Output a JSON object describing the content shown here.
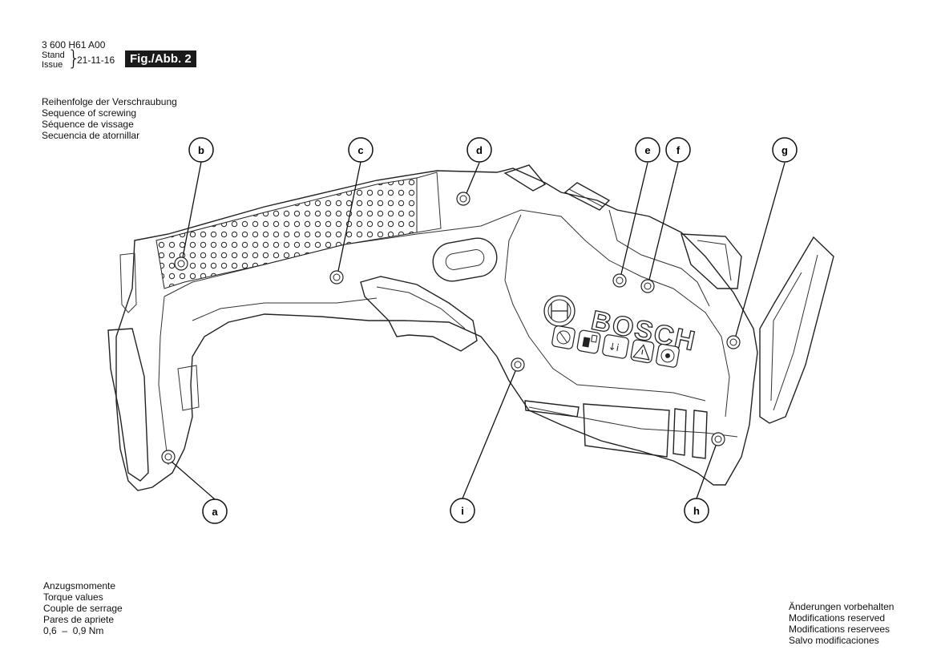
{
  "header": {
    "part_number": "3 600 H61 A00",
    "stand_label": "Stand",
    "issue_label": "Issue",
    "date": "21-11-16",
    "figure_label": "Fig./Abb. 2"
  },
  "screwing_sequence": {
    "lines": [
      "Reihenfolge der Verschraubung",
      "Sequence of screwing",
      "Séquence de vissage",
      "Secuencia de atornillar"
    ]
  },
  "torque": {
    "lines": [
      "Anzugsmomente",
      "Torque values",
      "Couple de serrage",
      "Pares de apriete"
    ],
    "value": "0,6  –  0,9 Nm"
  },
  "modifications": {
    "lines": [
      "Änderungen vorbehalten",
      "Modifications reserved",
      "Modifications reservees",
      "Salvo modificaciones"
    ]
  },
  "drawing": {
    "brand_logo_text": "BOSCH",
    "callouts": [
      "a",
      "b",
      "c",
      "d",
      "e",
      "f",
      "g",
      "h",
      "i"
    ]
  }
}
